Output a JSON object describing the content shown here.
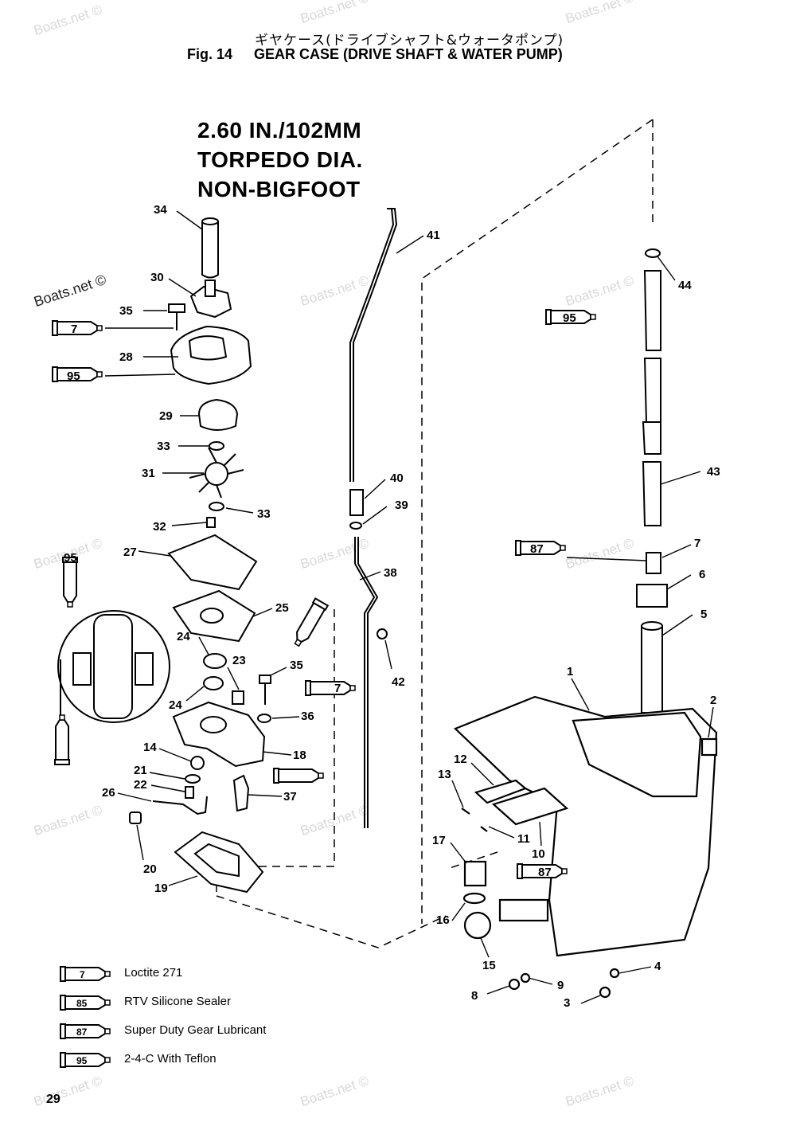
{
  "header": {
    "title_jp": "ギヤケース(ドライブシャフト&ウォータポンプ)",
    "fig_label": "Fig. 14",
    "title_en": "GEAR CASE (DRIVE SHAFT & WATER PUMP)"
  },
  "spec": {
    "line1": "2.60 IN./102MM",
    "line2": "TORPEDO DIA.",
    "line3": "NON-BIGFOOT"
  },
  "watermark": "Boats.net ©",
  "callouts": [
    "34",
    "30",
    "35",
    "7",
    "28",
    "95",
    "29",
    "33",
    "31",
    "33",
    "32",
    "27",
    "95",
    "25",
    "24",
    "23",
    "35",
    "24",
    "7",
    "36",
    "14",
    "18",
    "21",
    "22",
    "26",
    "20",
    "19",
    "37",
    "41",
    "40",
    "39",
    "38",
    "42",
    "44",
    "95",
    "43",
    "87",
    "7",
    "6",
    "5",
    "1",
    "2",
    "12",
    "13",
    "10",
    "11",
    "17",
    "87",
    "16",
    "15",
    "8",
    "9",
    "4",
    "3"
  ],
  "legend": [
    {
      "code": "7",
      "label": "Loctite 271"
    },
    {
      "code": "85",
      "label": "RTV Silicone Sealer"
    },
    {
      "code": "87",
      "label": "Super Duty Gear Lubricant"
    },
    {
      "code": "95",
      "label": "2-4-C With Teflon"
    }
  ],
  "page_number": "29",
  "icons": [
    "tube-icon"
  ]
}
